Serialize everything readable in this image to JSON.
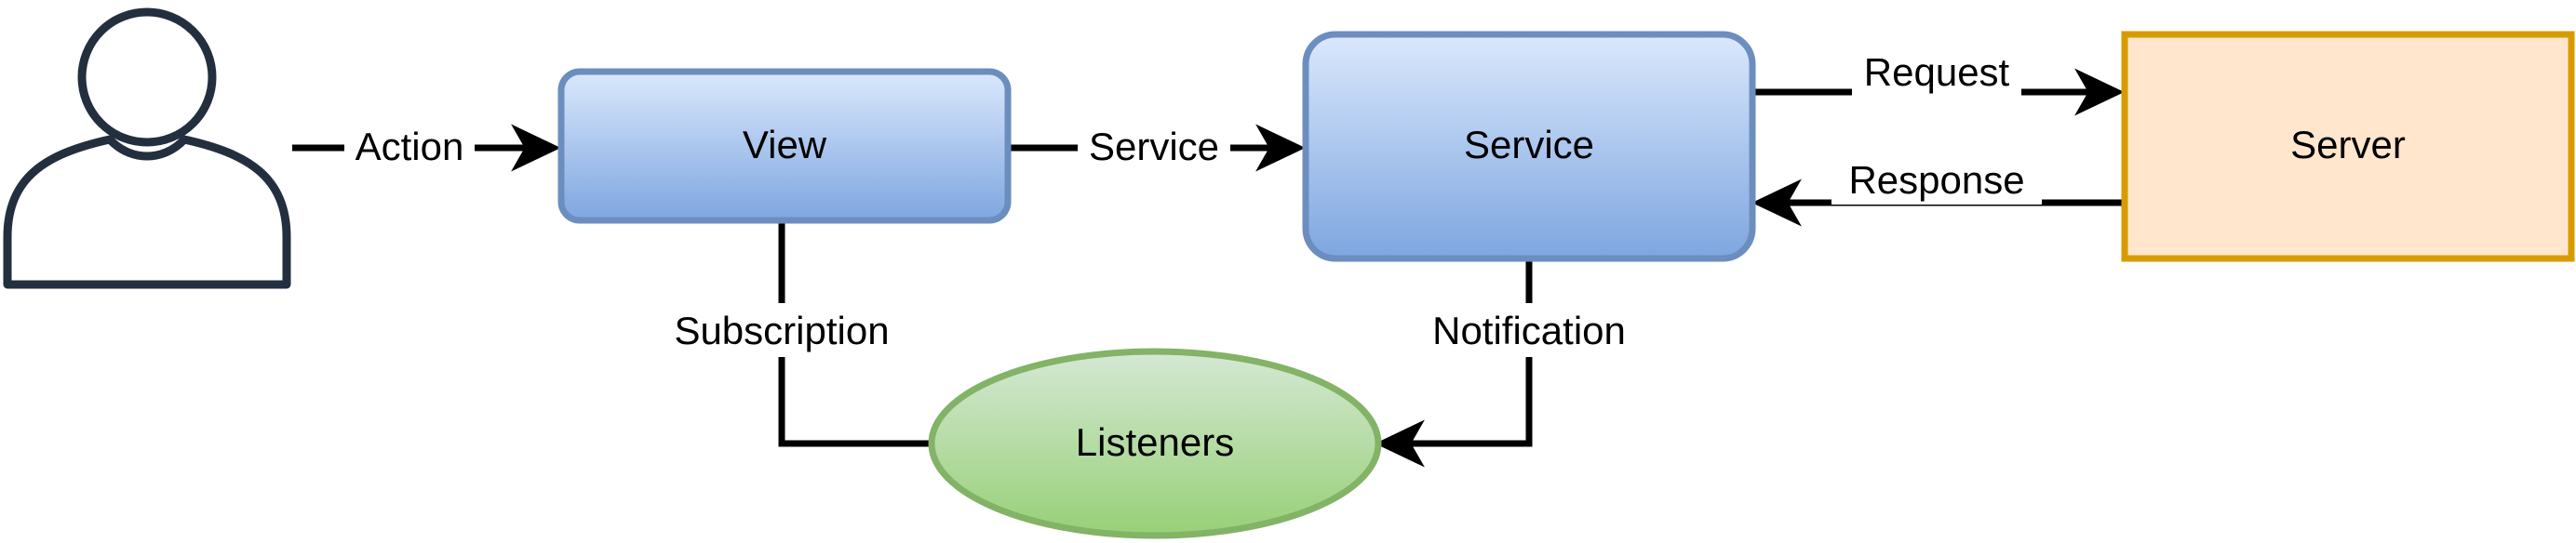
{
  "nodes": {
    "view": {
      "label": "View"
    },
    "service": {
      "label": "Service"
    },
    "server": {
      "label": "Server"
    },
    "listeners": {
      "label": "Listeners"
    }
  },
  "edges": {
    "action": {
      "label": "Action"
    },
    "service_call": {
      "label": "Service"
    },
    "request": {
      "label": "Request"
    },
    "response": {
      "label": "Response"
    },
    "subscription": {
      "label": "Subscription"
    },
    "notification": {
      "label": "Notification"
    }
  },
  "colors": {
    "blue_fill_top": "#dae8fc",
    "blue_fill_bottom": "#7ea6e0",
    "blue_stroke": "#6c8ebf",
    "server_fill": "#ffe6cc",
    "server_stroke": "#d79b00",
    "green_fill_top": "#d5e8d4",
    "green_fill_bottom": "#97d077",
    "green_stroke": "#82b366",
    "user_stroke": "#232f3e",
    "edge": "#000000"
  },
  "icons": {
    "user": "user-icon"
  }
}
